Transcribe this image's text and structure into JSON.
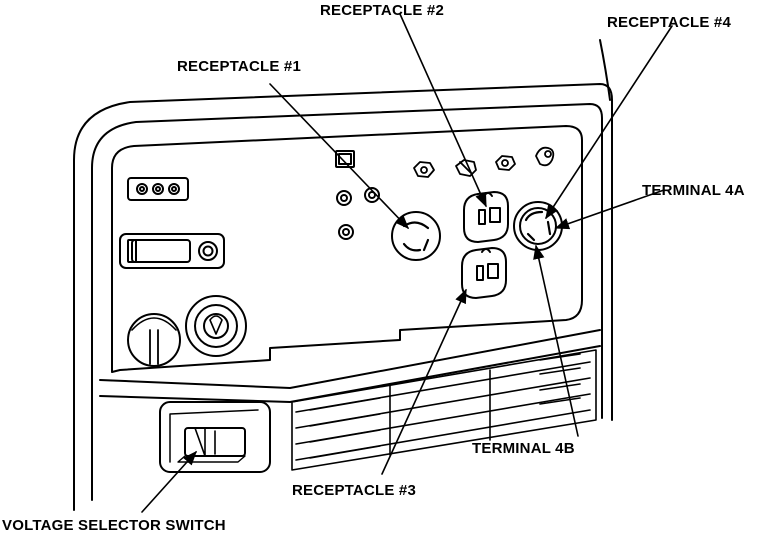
{
  "callouts": {
    "receptacle_1": "RECEPTACLE #1",
    "receptacle_2": "RECEPTACLE #2",
    "receptacle_3": "RECEPTACLE #3",
    "receptacle_4": "RECEPTACLE #4",
    "terminal_4a": "TERMINAL 4A",
    "terminal_4b": "TERMINAL 4B",
    "voltage_selector_switch": "VOLTAGE SELECTOR SWITCH"
  },
  "colors": {
    "ink": "#000000",
    "paper": "#ffffff"
  }
}
